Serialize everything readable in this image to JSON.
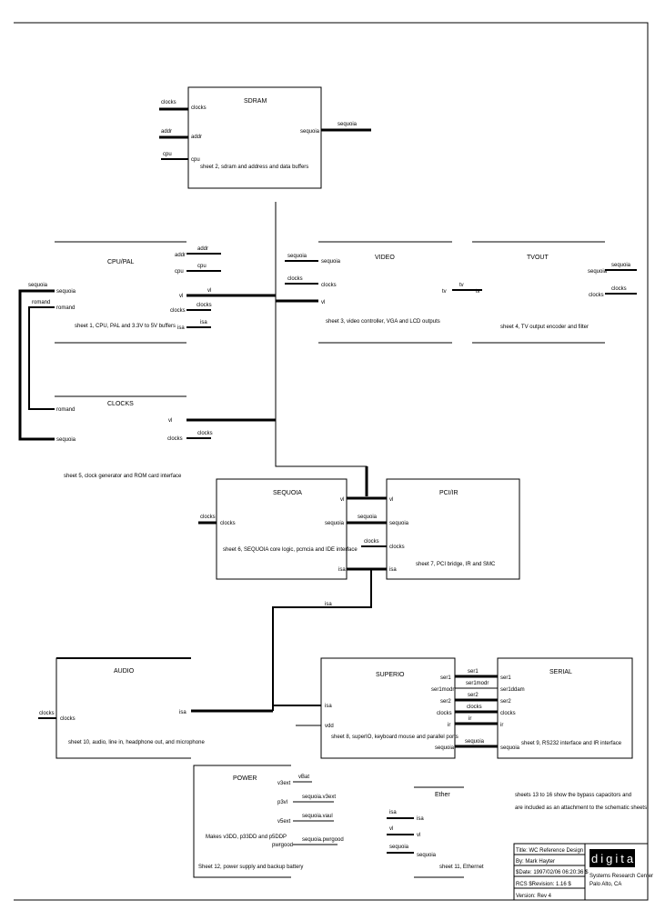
{
  "sdram": {
    "title": "SDRAM",
    "ports_left": [
      "clocks",
      "addr",
      "cpu"
    ],
    "nets_left": [
      "clocks",
      "addr",
      "cpu"
    ],
    "port_right": "sequoia",
    "net_right": "sequoia",
    "desc": "sheet 2, sdram and address and data buffers"
  },
  "cpupal": {
    "title": "CPU/PAL",
    "ports_right": [
      "addr",
      "cpu",
      "vl",
      "clocks",
      "isa"
    ],
    "nets_right": [
      "addr",
      "cpu",
      "vl",
      "clocks",
      "isa"
    ],
    "ports_left": [
      "sequoia",
      "romand"
    ],
    "nets_left": [
      "sequoia",
      "romand"
    ],
    "desc": "sheet 1, CPU, PAL and 3.3V to 5V buffers"
  },
  "clocks": {
    "title": "CLOCKS",
    "ports_left": [
      "romand",
      "sequoia"
    ],
    "ports_right": [
      "vl",
      "clocks"
    ],
    "net_right": "clocks",
    "desc": "sheet 5, clock generator and ROM card interface"
  },
  "video": {
    "title": "VIDEO",
    "ports_left": [
      "sequoia",
      "clocks",
      "vl"
    ],
    "nets_left": [
      "sequoia",
      "clocks"
    ],
    "port_right": "tv",
    "net_right": "tv",
    "desc": "sheet 3, video controller, VGA and LCD outputs"
  },
  "tvout": {
    "title": "TVOUT",
    "port_left": "tv",
    "ports_right": [
      "sequoia",
      "clocks"
    ],
    "nets_right": [
      "sequoia",
      "clocks"
    ],
    "desc": "sheet 4, TV output encoder and filter"
  },
  "sequoia": {
    "title": "SEQUOIA",
    "port_left": "clocks",
    "net_left": "clocks",
    "ports_right": [
      "vl",
      "sequoia",
      "isa"
    ],
    "desc": "sheet 6, SEQUOIA core logic, pcmcia and IDE interface"
  },
  "pciir": {
    "title": "PCI/IR",
    "ports_left": [
      "vl",
      "sequoia",
      "clocks",
      "isa"
    ],
    "nets": [
      "sequoia",
      "clocks",
      "isa"
    ],
    "desc": "sheet 7, PCI bridge, IR and SMC"
  },
  "audio": {
    "title": "AUDIO",
    "port_left": "clocks",
    "net_left": "clocks",
    "port_right": "isa",
    "desc": "sheet 10, audio, line in, headphone out, and microphone"
  },
  "superio": {
    "title": "SUPERIO",
    "ports_left": [
      "isa",
      "vdd"
    ],
    "ports_right": [
      "ser1",
      "ser1modr",
      "ser2",
      "clocks",
      "ir",
      "sequoia"
    ],
    "nets_right": [
      "ser1",
      "ser1modr",
      "ser2",
      "clocks",
      "ir",
      "sequoia"
    ],
    "desc": "sheet 8, superIO, keyboard mouse and parallel ports"
  },
  "serial": {
    "title": "SERIAL",
    "ports_left": [
      "ser1",
      "ser1ddam",
      "ser2",
      "clocks",
      "ir",
      "sequoia"
    ],
    "desc": "sheet 9, RS232 interface and IR interface"
  },
  "power": {
    "title": "POWER",
    "ports_right": [
      "v3ext",
      "p3vl",
      "v5ext",
      "pwrgood"
    ],
    "nets_right": [
      "vBat",
      "sequoia.v3ext",
      "sequoia.vaul",
      "sequoia.pwrgood"
    ],
    "note": "Makes v3DD, p33DD and p5DDP",
    "desc": "Sheet 12, power supply and backup battery"
  },
  "ether": {
    "title": "Ether",
    "ports_left": [
      "isa",
      "vl",
      "sequoia"
    ],
    "nets_left": [
      "isa",
      "vl",
      "sequoia"
    ],
    "desc": "sheet 11, Ethernet"
  },
  "notes": [
    "sheets 13 to 16 show the bypass capacitors and",
    "are included as an attachment to the schematic sheets"
  ],
  "titleblock": {
    "rows": [
      "Title: WC Reference Design",
      "By: Mark Hayter",
      "$Date: 1997/02/06 06:20:36 $",
      "RCS $Revision: 1.16 $",
      "Version: Rev 4"
    ],
    "logo": "digital",
    "org": [
      "Systems Research Center",
      "Palo Alto, CA"
    ]
  }
}
